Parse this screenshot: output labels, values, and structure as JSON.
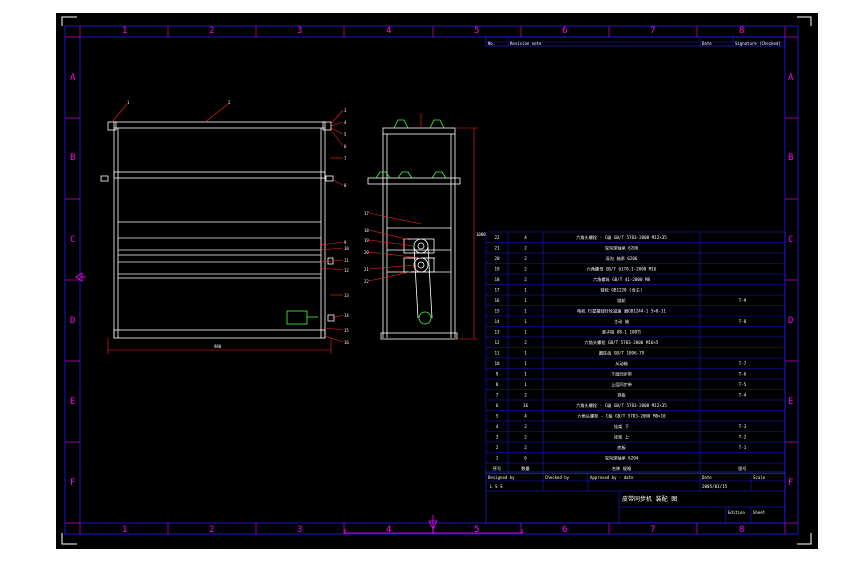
{
  "zones": {
    "columns": [
      "1",
      "2",
      "3",
      "4",
      "5",
      "6",
      "7",
      "8"
    ],
    "rows": [
      "A",
      "B",
      "C",
      "D",
      "E",
      "F"
    ]
  },
  "revision_header": {
    "no": "No.",
    "revision": "Revision note",
    "date": "Date",
    "signature": "Signature (Checked)"
  },
  "bom": [
    {
      "no": "22",
      "qty": "4",
      "desc": "六角头螺栓 - C级 GB/T 5783-2000 M12×35",
      "ref": ""
    },
    {
      "no": "21",
      "qty": "2",
      "desc": "深沟球轴承 6206",
      "ref": ""
    },
    {
      "no": "20",
      "qty": "2",
      "desc": "深沟 轴承 6206",
      "ref": ""
    },
    {
      "no": "19",
      "qty": "2",
      "desc": "六角螺母 GB/T 6170.1-2000 M16",
      "ref": ""
    },
    {
      "no": "18",
      "qty": "2",
      "desc": "六角螺母 GB/T 41-2000 M8",
      "ref": ""
    },
    {
      "no": "17",
      "qty": "1",
      "desc": "链轮 GB1220 (含主)",
      "ref": ""
    },
    {
      "no": "16",
      "qty": "1",
      "desc": "链轮",
      "ref": "T-9"
    },
    {
      "no": "15",
      "qty": "1",
      "desc": "电机 行星摆线针轮减速 器GB1244-1 5×8-11",
      "ref": ""
    },
    {
      "no": "14",
      "qty": "1",
      "desc": "主动 轴",
      "ref": "T-8"
    },
    {
      "no": "13",
      "qty": "1",
      "desc": "滚子链 08-1 108节",
      "ref": ""
    },
    {
      "no": "12",
      "qty": "2",
      "desc": "六角头螺栓 GB/T 5783-2000 M16×5",
      "ref": ""
    },
    {
      "no": "11",
      "qty": "1",
      "desc": "圆柱齿 GB/T 1096-79",
      "ref": ""
    },
    {
      "no": "10",
      "qty": "1",
      "desc": "从动轴",
      "ref": "T-7"
    },
    {
      "no": "9",
      "qty": "1",
      "desc": "下层同步带",
      "ref": "T-6"
    },
    {
      "no": "8",
      "qty": "1",
      "desc": "上层同步带",
      "ref": "T-5"
    },
    {
      "no": "7",
      "qty": "2",
      "desc": "挡板",
      "ref": "T-4"
    },
    {
      "no": "6",
      "qty": "16",
      "desc": "六角头螺栓 - C级 GB/T 5783-2000 M12×35",
      "ref": ""
    },
    {
      "no": "5",
      "qty": "4",
      "desc": "六角头螺栓 - C级 GB/T 5783-2000 M8×10",
      "ref": ""
    },
    {
      "no": "4",
      "qty": "2",
      "desc": "挂架 下",
      "ref": "T-3"
    },
    {
      "no": "3",
      "qty": "2",
      "desc": "挂架 上",
      "ref": "T-2"
    },
    {
      "no": "2",
      "qty": "2",
      "desc": "底板",
      "ref": "T-1"
    },
    {
      "no": "1",
      "qty": "6",
      "desc": "深沟球轴承 6204",
      "ref": ""
    }
  ],
  "bom_header": {
    "no": "序号",
    "qty": "数量",
    "desc": "名称 规格",
    "ref": "图号"
  },
  "title_block": {
    "designed_by_label": "Designed by",
    "designed_by": "L S S",
    "checked_by_label": "Checked by",
    "approved_label": "Approved by - date",
    "date_label": "Date",
    "date": "2005/01/15",
    "scale_label": "Scale",
    "title": "皮带同步机 装配 图",
    "edition_label": "Edition",
    "sheet_label": "Sheet"
  },
  "dimensions": {
    "front_width": "980",
    "side_height": "1080"
  },
  "front_balloons_left": [
    "1",
    "2"
  ],
  "front_balloons_right": [
    "3",
    "4",
    "5",
    "6",
    "7",
    "8",
    "9",
    "10",
    "11",
    "12",
    "13",
    "14",
    "15",
    "16"
  ],
  "side_balloons": [
    "17",
    "18",
    "19",
    "20",
    "21",
    "22"
  ],
  "colors": {
    "background": "#000000",
    "border": "#ffffff",
    "zone_labels": "#ff00ff",
    "table_lines": "#2020ff",
    "drawing": "#ffffff",
    "leaders": "#ff2020",
    "parts": "#40ff40"
  }
}
